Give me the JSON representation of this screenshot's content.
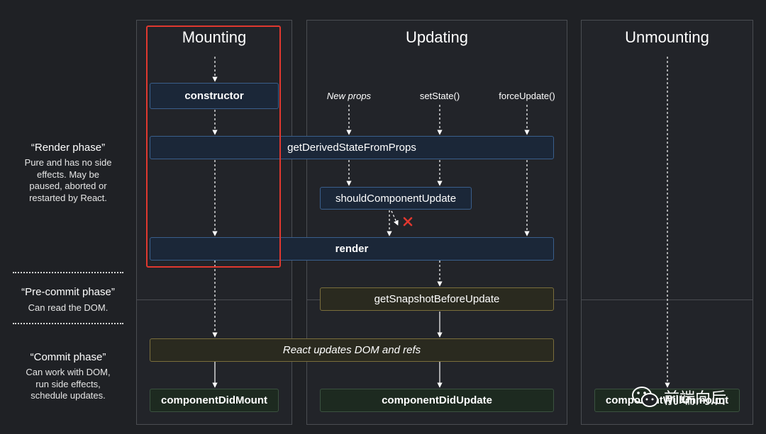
{
  "columns": {
    "mounting": {
      "title": "Mounting"
    },
    "updating": {
      "title": "Updating"
    },
    "unmounting": {
      "title": "Unmounting"
    }
  },
  "phases": {
    "render": {
      "title": "“Render phase”",
      "lines": [
        "Pure and has no side",
        "effects. May be",
        "paused, aborted or",
        "restarted by React."
      ]
    },
    "precommit": {
      "title": "“Pre-commit phase”",
      "lines": [
        "Can read the DOM."
      ]
    },
    "commit": {
      "title": "“Commit phase”",
      "lines": [
        "Can work with DOM,",
        "run side effects,",
        "schedule updates."
      ]
    }
  },
  "triggers": {
    "new_props": "New props",
    "set_state": "setState()",
    "force_update": "forceUpdate()"
  },
  "methods": {
    "constructor": "constructor",
    "get_derived_state": "getDerivedStateFromProps",
    "should_component_update": "shouldComponentUpdate",
    "render": "render",
    "get_snapshot": "getSnapshotBeforeUpdate",
    "react_updates": "React updates DOM and refs",
    "component_did_mount": "componentDidMount",
    "component_did_update": "componentDidUpdate",
    "component_will_unmount": "componentWillUnmount"
  },
  "watermark": {
    "text": "前端向后",
    "icon": "wechat-icon"
  },
  "colors": {
    "highlight": "#e0382f",
    "cross": "#e0382f",
    "blue_border": "#3a5f8c",
    "gold_border": "#7a6e3c",
    "green_border": "#3b5240"
  }
}
